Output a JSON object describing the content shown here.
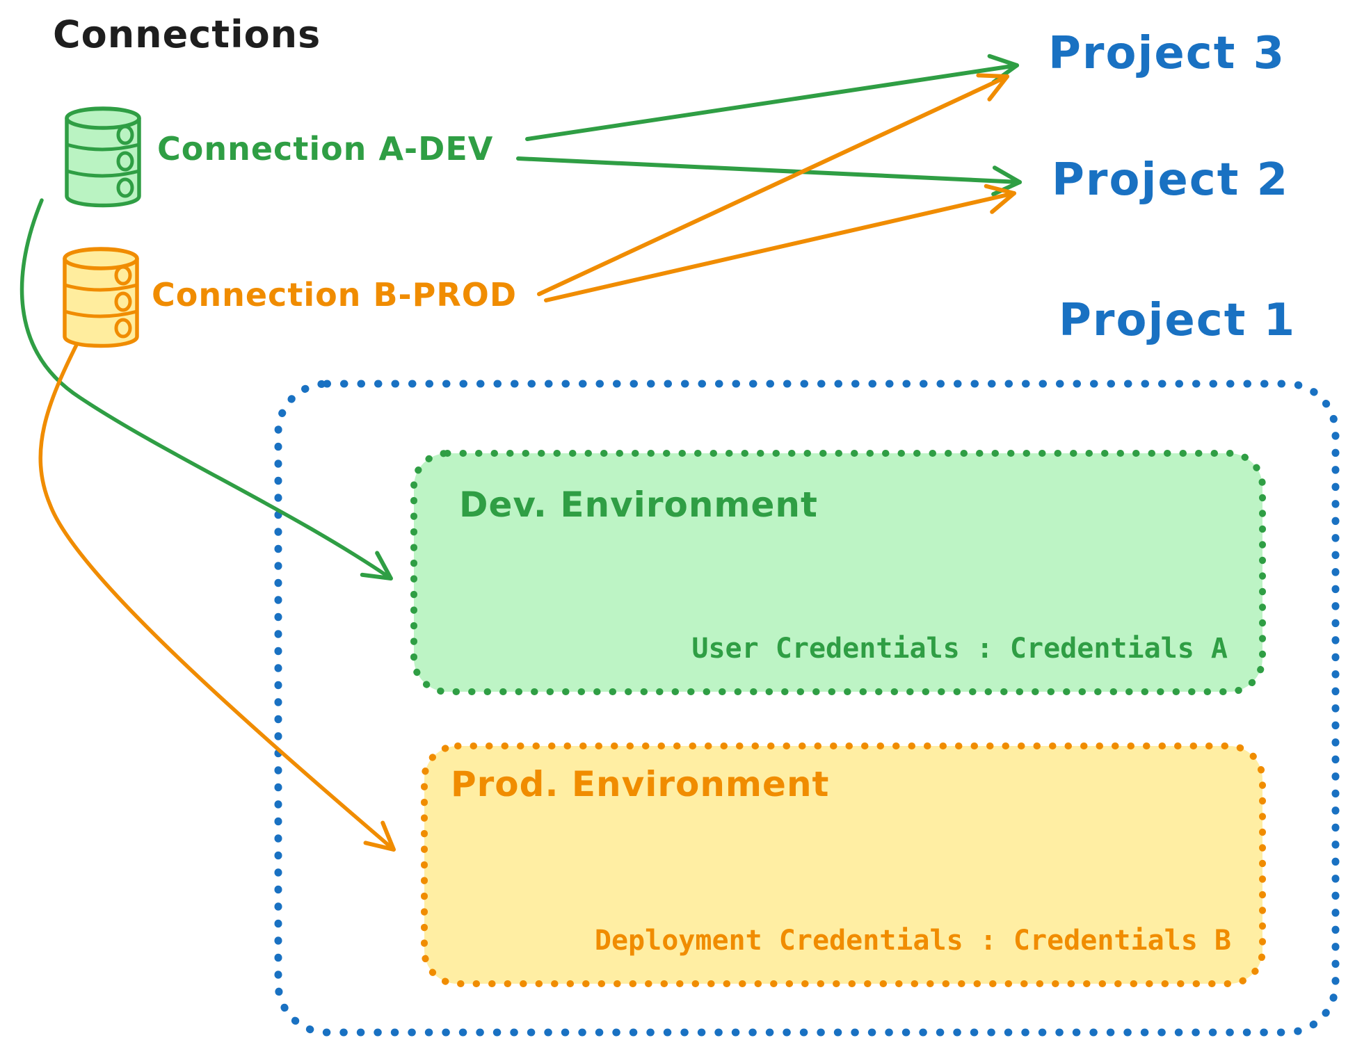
{
  "title": "Connections",
  "connections": [
    {
      "label": "Connection A-DEV",
      "color": "#2f9e44",
      "icon": "database-icon"
    },
    {
      "label": "Connection B-PROD",
      "color": "#f08c00",
      "icon": "database-icon"
    }
  ],
  "projects": [
    {
      "label": "Project 3"
    },
    {
      "label": "Project 2"
    },
    {
      "label": "Project 1"
    }
  ],
  "project1": {
    "dev_environment": {
      "title": "Dev. Environment",
      "credentials": "User Credentials : Credentials A",
      "stroke_color": "#2f9e44",
      "fill_color": "#b2f2bb"
    },
    "prod_environment": {
      "title": "Prod. Environment",
      "credentials": "Deployment Credentials : Credentials B",
      "stroke_color": "#f08c00",
      "fill_color": "#ffec99"
    },
    "container_color": "#1971c2"
  },
  "colors": {
    "ink": "#1e1e1e",
    "green": "#2f9e44",
    "green_fill": "#b2f2bb",
    "orange": "#f08c00",
    "orange_fill": "#ffec99",
    "blue": "#1971c2"
  },
  "edges": [
    {
      "from": "Connection A-DEV",
      "to": "Project 3"
    },
    {
      "from": "Connection A-DEV",
      "to": "Project 2"
    },
    {
      "from": "Connection B-PROD",
      "to": "Project 3"
    },
    {
      "from": "Connection B-PROD",
      "to": "Project 2"
    },
    {
      "from": "Connection A-DEV",
      "to": "Dev. Environment (Project 1)"
    },
    {
      "from": "Connection B-PROD",
      "to": "Prod. Environment (Project 1)"
    }
  ]
}
